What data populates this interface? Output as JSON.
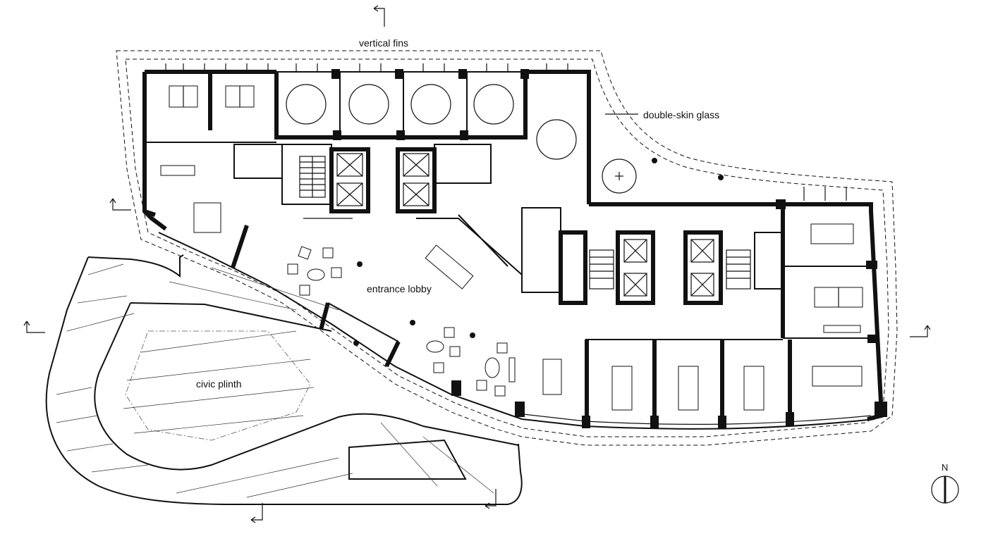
{
  "labels": {
    "vertical_fins": "vertical fins",
    "double_skin_glass": "double-skin glass",
    "entrance_lobby": "entrance lobby",
    "civic_plinth": "civic plinth",
    "north": "N"
  },
  "icons": [
    "section-marker-icon",
    "north-arrow-icon",
    "elevator-icon",
    "stair-icon",
    "toilet-icon"
  ]
}
